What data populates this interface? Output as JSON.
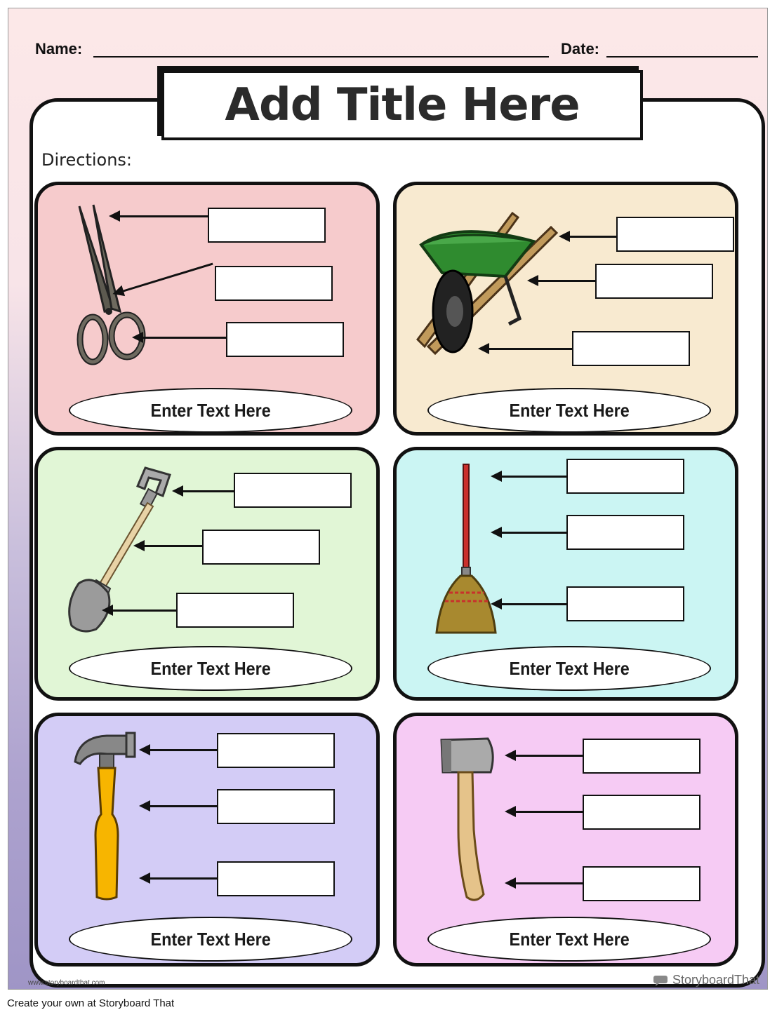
{
  "header": {
    "name_label": "Name:",
    "date_label": "Date:"
  },
  "title": "Add Title Here",
  "directions_label": "Directions:",
  "cards": [
    {
      "tool": "scissors-icon",
      "bg": "#f6cbcc",
      "caption": "Enter Text Here"
    },
    {
      "tool": "wheelbarrow-icon",
      "bg": "#f8ead0",
      "caption": "Enter Text Here"
    },
    {
      "tool": "shovel-icon",
      "bg": "#e1f6d6",
      "caption": "Enter Text Here"
    },
    {
      "tool": "broom-icon",
      "bg": "#cbf5f3",
      "caption": "Enter Text Here"
    },
    {
      "tool": "hammer-icon",
      "bg": "#d3ccf6",
      "caption": "Enter Text Here"
    },
    {
      "tool": "axe-icon",
      "bg": "#f6cbf4",
      "caption": "Enter Text Here"
    }
  ],
  "footer": "Create your own at Storyboard That",
  "watermark_left": "www.storyboardthat.com",
  "watermark_right": "StoryboardThat"
}
